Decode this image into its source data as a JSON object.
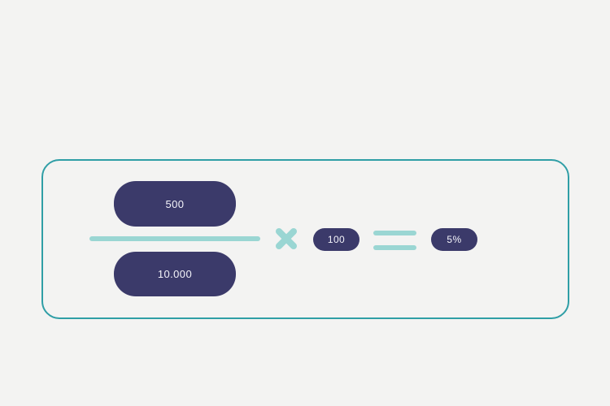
{
  "colors": {
    "background": "#f3f3f2",
    "card_border": "#2f9ea6",
    "pill": "#3b3a6a",
    "accent": "#9ad6d3",
    "pill_text": "#f4f4fa"
  },
  "formula": {
    "numerator": "500",
    "denominator": "10.000",
    "multiplier": "100",
    "result": "5%",
    "multiply_operator": "×",
    "equals_operator": "="
  }
}
